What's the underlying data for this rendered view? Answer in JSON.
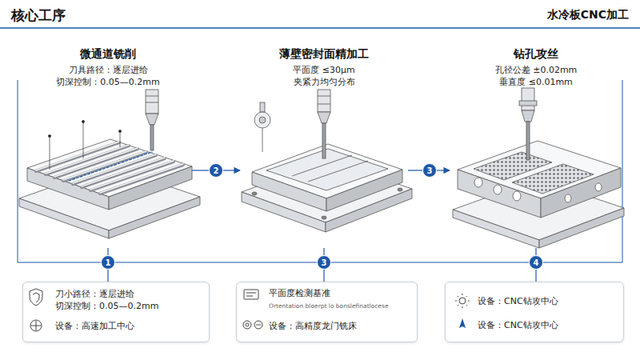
{
  "diagram": {
    "title": "核心工序",
    "nodes": [
      {
        "text": [
          "微通道铣削",
          "刀具路径：逐层进给",
          "切深控制：0.05—0.2mm"
        ]
      },
      {
        "text": [
          "薄壁密封面精加工",
          "平面度 ≤30μm",
          "夹紧力均匀分布"
        ]
      },
      {
        "text": [
          "钻孔攻丝",
          "孔径公差 ±0.02mm",
          "垂直度 ≤0.01mm"
        ]
      },
      {
        "text": [
          "2"
        ]
      },
      {
        "text": [
          "3"
        ]
      },
      {
        "text": [
          "1"
        ]
      },
      {
        "text": [
          "3"
        ]
      },
      {
        "text": [
          "4"
        ]
      },
      {
        "text": [
          "刀小路径：逐层进给",
          "切深控制：0.05—0.2mm",
          "设备：高速加工中心"
        ]
      },
      {
        "text": [
          "平面度检测基准",
          "Ortentation bloerpt lo bonslefinatlocese",
          "设备：高精度龙门铣床"
        ]
      },
      {
        "text": [
          "设备：CNC钻攻中心",
          "设备：CNC钻攻中心"
        ]
      }
    ],
    "edges": [
      {
        "from": 0,
        "to": 3,
        "arrow": "none"
      },
      {
        "from": 3,
        "to": 1,
        "arrow": "to"
      },
      {
        "from": 1,
        "to": 4,
        "arrow": "none"
      },
      {
        "from": 4,
        "to": 2,
        "arrow": "to"
      },
      {
        "from": 0,
        "to": 5,
        "arrow": "none"
      },
      {
        "from": 5,
        "to": 8,
        "arrow": "none"
      },
      {
        "from": 1,
        "to": 6,
        "arrow": "none"
      },
      {
        "from": 6,
        "to": 9,
        "arrow": "none"
      },
      {
        "from": 2,
        "to": 7,
        "arrow": "none"
      },
      {
        "from": 7,
        "to": 10,
        "arrow": "none"
      }
    ],
    "labels": [
      "水冷板CNC加工"
    ]
  }
}
